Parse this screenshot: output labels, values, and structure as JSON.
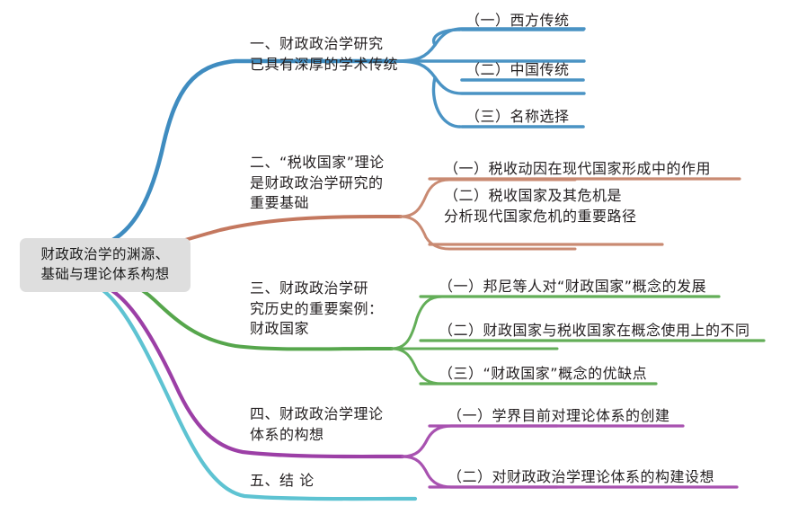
{
  "diagram": {
    "type": "mind-map",
    "title": "财政政治学的渊源、基础与理论体系构想",
    "root": {
      "label": "财政政治学的渊源、\n基础与理论体系构想",
      "box_color": "#dedede"
    },
    "branches": [
      {
        "id": "branch-1",
        "color": "#3f8cc0",
        "label": "一、财政政治学研究\n已具有深厚的学术传统",
        "children": [
          {
            "id": "b1-c1",
            "label": "（一）西方传统"
          },
          {
            "id": "b1-c2",
            "label": "（二）中国传统"
          },
          {
            "id": "b1-c3",
            "label": "（三）名称选择"
          }
        ]
      },
      {
        "id": "branch-2",
        "color": "#c4785f",
        "label": "二、“税收国家”理论\n是财政政治学研究的\n重要基础",
        "children": [
          {
            "id": "b2-c1",
            "label": "（一）税收动因在现代国家形成中的作用"
          },
          {
            "id": "b2-c2",
            "label": "（二）税收国家及其危机是\n分析现代国家危机的重要路径"
          }
        ]
      },
      {
        "id": "branch-3",
        "color": "#56a64c",
        "label": "三、财政政治学研\n究历史的重要案例：\n财政国家",
        "children": [
          {
            "id": "b3-c1",
            "label": "（一）邦尼等人对“财政国家”概念的发展"
          },
          {
            "id": "b3-c2",
            "label": "（二）财政国家与税收国家在概念使用上的不同"
          },
          {
            "id": "b3-c3",
            "label": "（三）“财政国家”概念的优缺点"
          }
        ]
      },
      {
        "id": "branch-4",
        "color": "#9c3fa6",
        "label": "四、财政政治学理论\n体系的构想",
        "children": [
          {
            "id": "b4-c1",
            "label": "（一）学界目前对理论体系的创建"
          },
          {
            "id": "b4-c2",
            "label": "（二）对财政政治学理论体系的构建设想"
          }
        ]
      },
      {
        "id": "branch-5",
        "color": "#5ec3d2",
        "label": "五、结 论",
        "children": []
      }
    ]
  }
}
